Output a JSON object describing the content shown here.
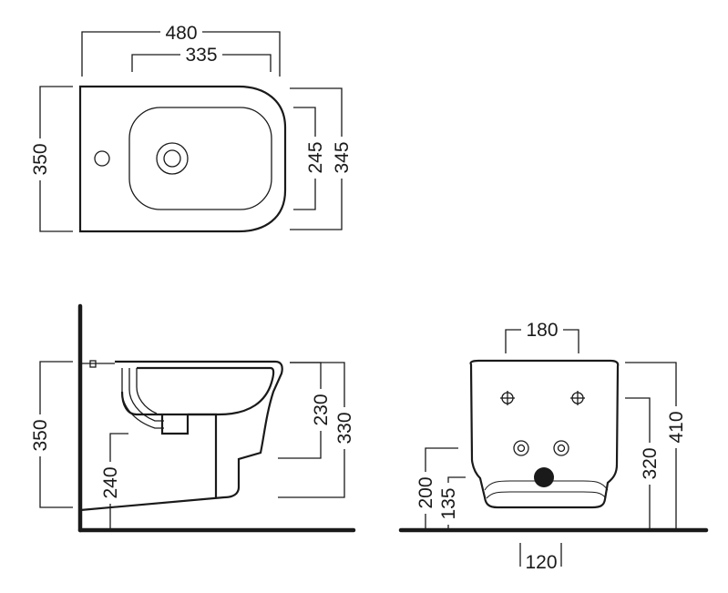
{
  "top_view": {
    "width_total": "480",
    "width_bowl": "335",
    "depth_total": "350",
    "depth_bowl": "245",
    "depth_rim": "345"
  },
  "side_view": {
    "height_top": "350",
    "bowl_depth": "230",
    "height_front": "330",
    "height_low": "240"
  },
  "front_view": {
    "bolt_spacing": "180",
    "height_outlet": "320",
    "height_total": "410",
    "height_inlet": "200",
    "height_waste": "135",
    "waste_spacing": "120"
  },
  "colors": {
    "line": "#1a1a1a",
    "background": "#ffffff"
  }
}
